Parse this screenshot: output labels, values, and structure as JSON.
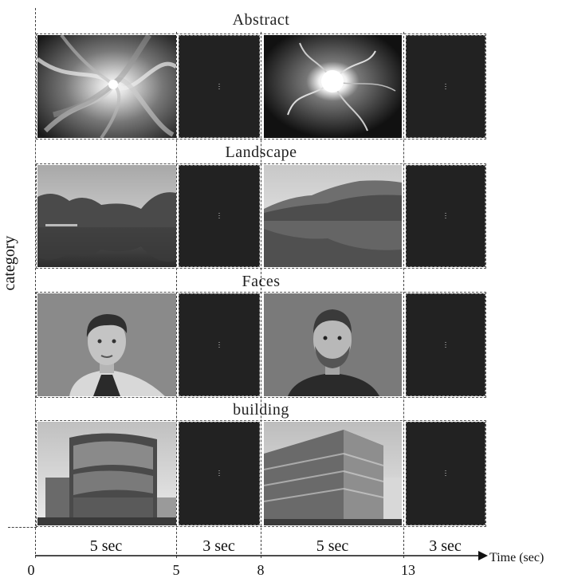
{
  "y_axis_label": "category",
  "x_axis_label": "Time (sec)",
  "categories": [
    {
      "name": "Abstract",
      "images": [
        "abstract-swirl-image",
        "abstract-light-burst-image"
      ]
    },
    {
      "name": "Landscape",
      "images": [
        "lake-forest-image-1",
        "lake-forest-image-2"
      ]
    },
    {
      "name": "Faces",
      "images": [
        "face-man-1-image",
        "face-man-2-image"
      ]
    },
    {
      "name": "building",
      "images": [
        "glass-office-building-image-1",
        "glass-office-building-image-2"
      ]
    }
  ],
  "durations": [
    "5 sec",
    "3 sec",
    "5 sec",
    "3 sec"
  ],
  "time_ticks": [
    "0",
    "5",
    "8",
    "13"
  ]
}
